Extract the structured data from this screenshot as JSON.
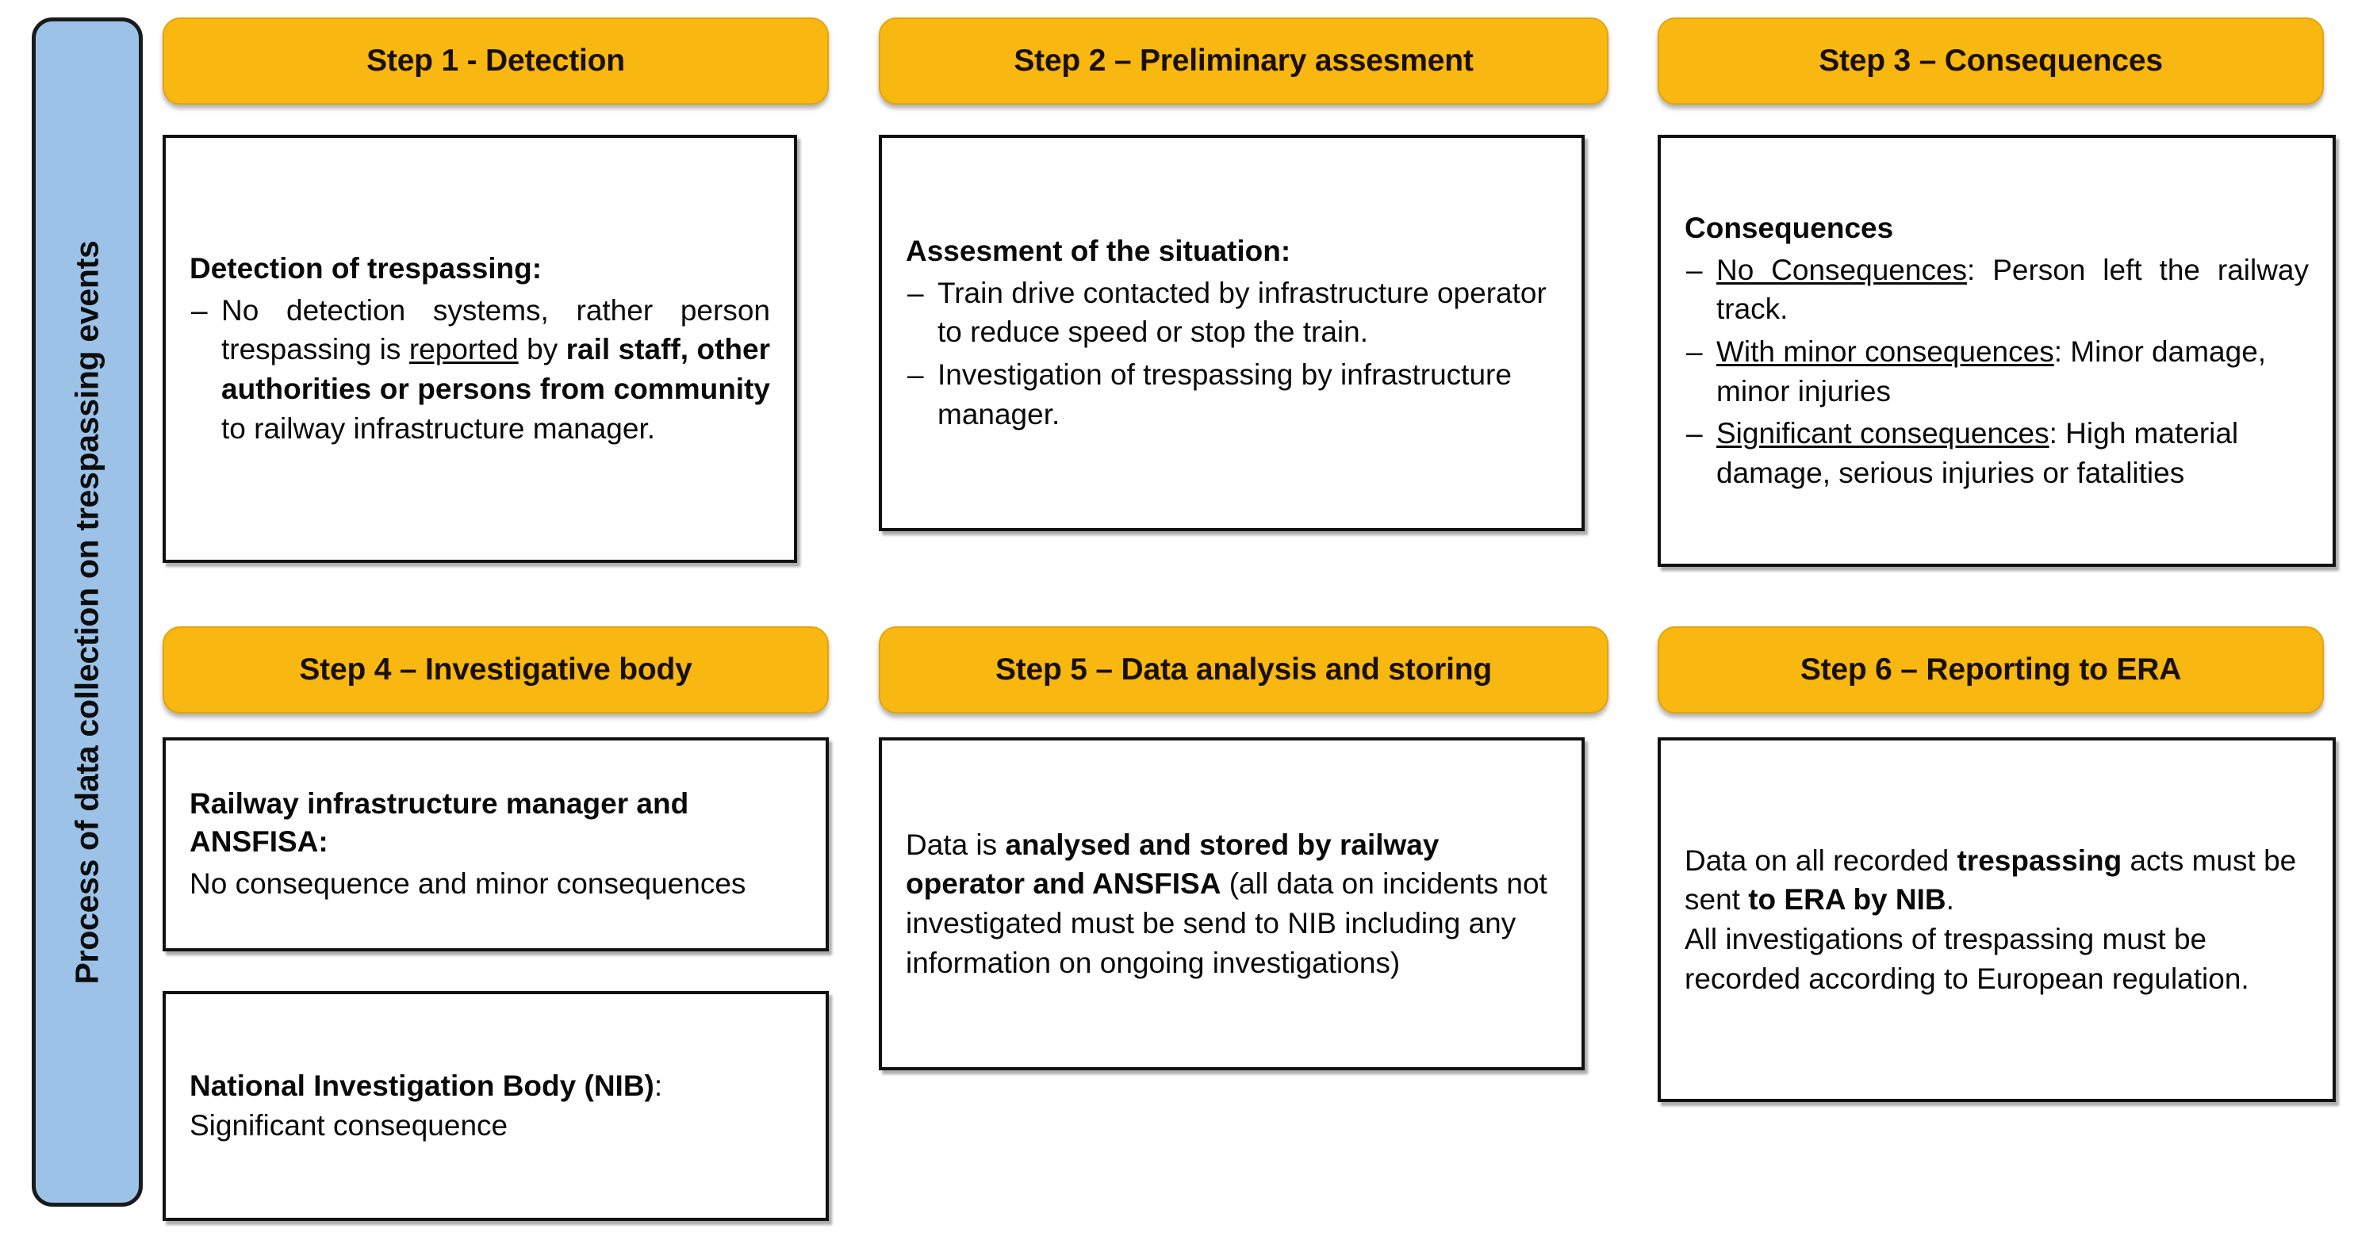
{
  "colors": {
    "header_yellow": "#F8B811",
    "banner_blue": "#9CC3E7",
    "box_border": "#111111",
    "text": "#0A0A0A"
  },
  "side_banner": {
    "label": "Process of data collection on trespassing events"
  },
  "steps": [
    {
      "id": "step-1",
      "header": "Step 1 - Detection",
      "lead": "Detection of trespassing:",
      "bullets": [
        "No detection systems, rather person trespassing is reported by rail staff, other authorities or persons from community to railway infrastructure manager."
      ]
    },
    {
      "id": "step-2",
      "header": "Step 2 – Preliminary assesment",
      "lead": "Assesment of the situation:",
      "bullets": [
        "Train drive contacted by infrastructure operator to reduce speed or stop the train.",
        "Investigation of trespassing by infrastructure manager."
      ]
    },
    {
      "id": "step-3",
      "header": "Step 3 – Consequences",
      "lead": "Consequences",
      "bullets": [
        "No Consequences: Person left the railway track.",
        "With minor consequences: Minor damage, minor injuries",
        "Significant consequences: High material damage, serious injuries or fatalities"
      ]
    },
    {
      "id": "step-4",
      "header": "Step 4 – Investigative body",
      "boxes": [
        {
          "lead": "Railway infrastructure manager and ANSFISA:",
          "body": "No consequence and minor consequences"
        },
        {
          "lead": "National Investigation Body (NIB):",
          "body": "Significant consequence"
        }
      ]
    },
    {
      "id": "step-5",
      "header": "Step 5 – Data analysis and storing",
      "paragraph": "Data is analysed and stored by railway operator and ANSFISA (all data on incidents not investigated must be send to NIB including any information on ongoing investigations)"
    },
    {
      "id": "step-6",
      "header": "Step 6 – Reporting to ERA",
      "paragraph": "Data on all recorded trespassing acts must be sent to ERA by NIB. All investigations of trespassing must be recorded according to European regulation."
    }
  ],
  "step1": {
    "header": "Step 1 - Detection",
    "lead": "Detection of trespassing:",
    "b1_a": "No detection systems, rather person trespassing is ",
    "b1_u": "reported",
    "b1_b": " by ",
    "b1_bold": "rail staff, other authorities or persons from community",
    "b1_c": " to railway infrastructure manager."
  },
  "step2": {
    "header": "Step 2 – Preliminary assesment",
    "lead": "Assesment of the situation:",
    "b1": "Train drive contacted by infrastructure operator to reduce speed or stop the train.",
    "b2": "Investigation of trespassing by infrastructure manager."
  },
  "step3": {
    "header": "Step 3 – Consequences",
    "lead": "Consequences",
    "b1_u": "No Consequences",
    "b1_rest": ": Person left the railway track.",
    "b2_u": "With minor consequences",
    "b2_rest": ": Minor damage, minor injuries",
    "b3_u": "Significant consequences",
    "b3_rest": ": High material damage, serious injuries or fatalities"
  },
  "step4": {
    "header": "Step 4 – Investigative body",
    "box_a_lead": "Railway infrastructure manager and ANSFISA:",
    "box_a_body": "No consequence and minor consequences",
    "box_b_lead": "National Investigation Body (NIB)",
    "box_b_rest": ": Significant consequence"
  },
  "step5": {
    "header": "Step 5 – Data analysis and storing",
    "p_a": "Data is ",
    "p_bold": "analysed and stored by railway operator and ANSFISA",
    "p_b": " (all data on incidents not investigated must be send to NIB including any information on ongoing investigations)"
  },
  "step6": {
    "header": "Step 6 – Reporting to ERA",
    "p_a": "Data on all recorded ",
    "p_bold1": "trespassing",
    "p_b": " acts must be sent ",
    "p_bold2": "to ERA by NIB",
    "p_c": ".",
    "p_d": "All investigations of trespassing must be recorded according to European regulation."
  }
}
